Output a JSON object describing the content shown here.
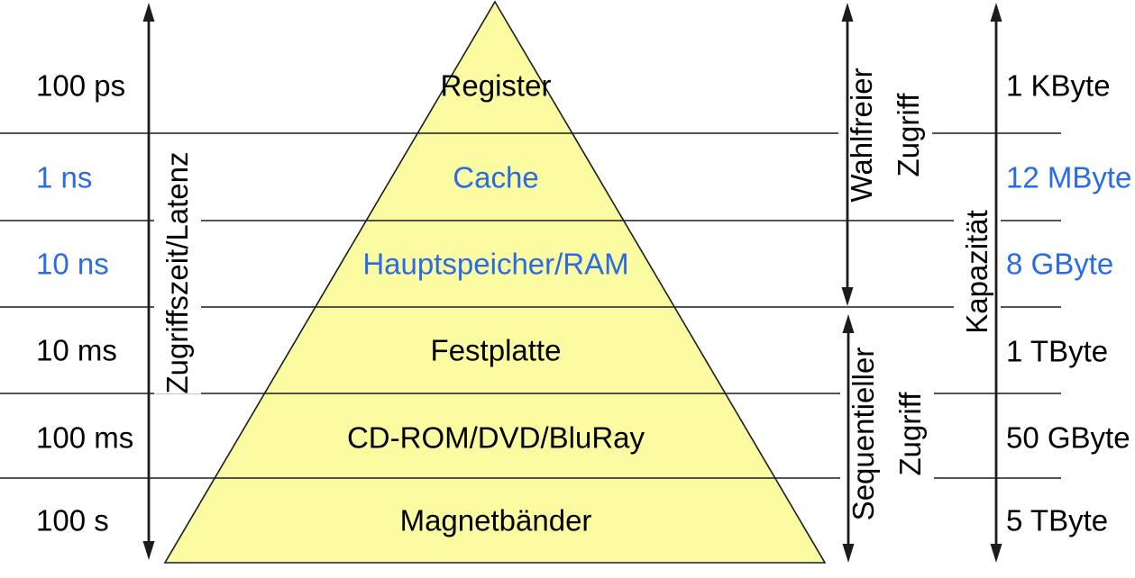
{
  "colors": {
    "accent_blue": "#2a6be8",
    "text_black": "#000000",
    "pyramid_fill": "#fbfba2",
    "line_color": "#1c1c1c"
  },
  "left_axis": {
    "label": "Zugriffszeit/Latenz",
    "ticks": [
      {
        "label": "100 ps",
        "color": "#000000"
      },
      {
        "label": "1 ns",
        "color": "#2a6be8"
      },
      {
        "label": "10 ns",
        "color": "#2a6be8"
      },
      {
        "label": "10 ms",
        "color": "#000000"
      },
      {
        "label": "100 ms",
        "color": "#000000"
      },
      {
        "label": "100 s",
        "color": "#000000"
      }
    ]
  },
  "pyramid": {
    "levels": [
      {
        "label": "Register",
        "color": "#000000"
      },
      {
        "label": "Cache",
        "color": "#2a6be8"
      },
      {
        "label": "Hauptspeicher/RAM",
        "color": "#2a6be8"
      },
      {
        "label": "Festplatte",
        "color": "#000000"
      },
      {
        "label": "CD-ROM/DVD/BluRay",
        "color": "#000000"
      },
      {
        "label": "Magnetbänder",
        "color": "#000000"
      }
    ]
  },
  "right_axes": {
    "random_access": {
      "line1": "Wahlfreier",
      "line2": "Zugriff"
    },
    "sequential_access": {
      "line1": "Sequentieller",
      "line2": "Zugriff"
    },
    "capacity_label": "Kapazität",
    "capacity_ticks": [
      {
        "label": "1 KByte",
        "color": "#000000"
      },
      {
        "label": "12 MByte",
        "color": "#2a6be8"
      },
      {
        "label": "8 GByte",
        "color": "#2a6be8"
      },
      {
        "label": "1 TByte",
        "color": "#000000"
      },
      {
        "label": "50 GByte",
        "color": "#000000"
      },
      {
        "label": "5 TByte",
        "color": "#000000"
      }
    ]
  }
}
